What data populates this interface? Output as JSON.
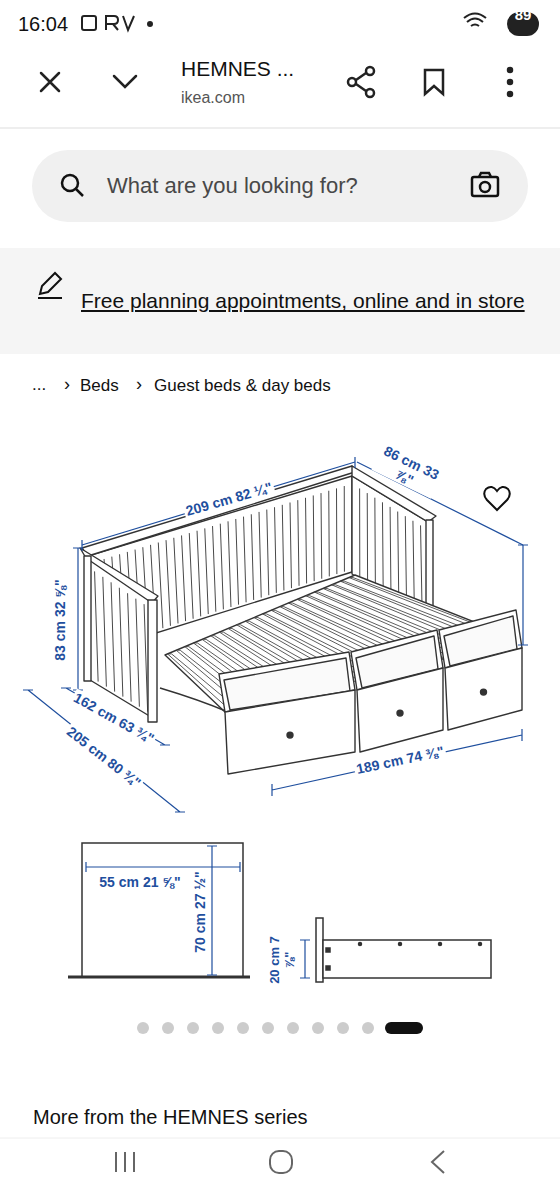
{
  "diagram": {
    "nodes": [
      {
        "text": [
          "What are you looking for?"
        ]
      },
      {
        "text": [
          "Free planning appointments, online and in store"
        ]
      }
    ],
    "labels": [
      "16:04",
      "89",
      "HEMNES ...",
      "ikea.com",
      "...",
      "›",
      "Beds",
      "›",
      "Guest beds & day beds",
      "209 cm 82 ¼\"",
      "86 cm 33 ⅞\"",
      "83 cm 32 ⅝\"",
      "162 cm 63 ¾\"",
      "205 cm 80 ¾\"",
      "189 cm 74 ⅜\"",
      "55 cm 21 ⅝\"",
      "70 cm 27 ½\"",
      "20 cm 7 ⅞\"",
      "More from the HEMNES series"
    ]
  }
}
